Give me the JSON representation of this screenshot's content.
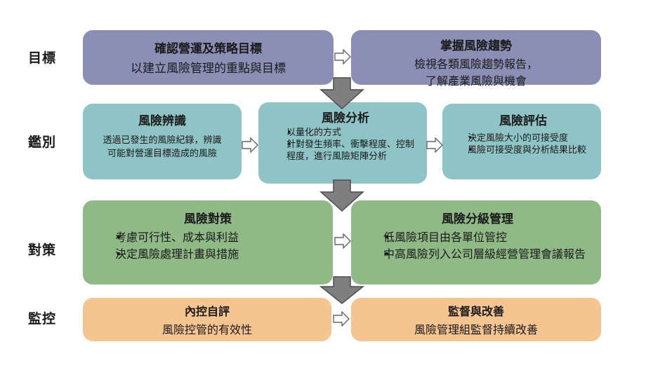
{
  "rows": {
    "goal": "目標",
    "identify": "鑑別",
    "response": "對策",
    "monitor": "監控"
  },
  "goal_left": {
    "title": "確認營運及策略目標",
    "line": "以建立風險管理的重點與目標"
  },
  "goal_right": {
    "title": "掌握風險趨勢",
    "lines": [
      "檢視各類風險趨勢報告，",
      "了解產業風險與機會"
    ]
  },
  "identify_box": {
    "title": "風險辨識",
    "lines": [
      "透過已發生的風險紀錄，辨識",
      "可能對營運目標造成的風險"
    ]
  },
  "analysis_box": {
    "title": "風險分析",
    "bullets": [
      "以量化的方式",
      "針對發生頻率、衝擊程度、控制程度，進行風險矩陣分析"
    ]
  },
  "evaluation_box": {
    "title": "風險評估",
    "bullets": [
      "決定風險大小的可接受度",
      "風險可接受度與分析結果比較"
    ]
  },
  "response_box": {
    "title": "風險對策",
    "bullets": [
      "考慮可行性、成本與利益",
      "決定風險處理計畫與措施"
    ]
  },
  "tier_box": {
    "title": "風險分級管理",
    "bullets": [
      "低風險項目由各單位管控",
      "中高風險列入公司層級經營管理會議報告"
    ]
  },
  "control_box": {
    "title": "內控自評",
    "line": "風險控管的有效性"
  },
  "supervise_box": {
    "title": "監督與改善",
    "line": "風險管理組監督持續改善"
  }
}
